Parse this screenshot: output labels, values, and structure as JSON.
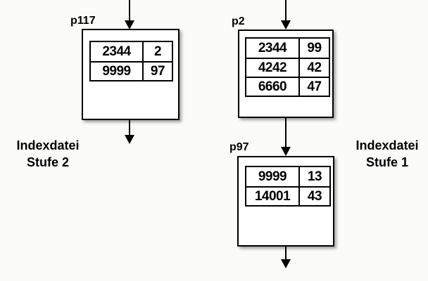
{
  "diagram": {
    "background": "#fbfbfa",
    "box_fill": "#ffffff",
    "line_color": "#000000"
  },
  "captions": {
    "left": {
      "line1": "Indexdatei",
      "line2": "Stufe 2"
    },
    "right": {
      "line1": "Indexdatei",
      "line2": "Stufe 1"
    }
  },
  "nodes": {
    "p117": {
      "label": "p117",
      "rows": [
        {
          "key": "2344",
          "ptr": "2"
        },
        {
          "key": "9999",
          "ptr": "97"
        }
      ]
    },
    "p2": {
      "label": "p2",
      "rows": [
        {
          "key": "2344",
          "ptr": "99"
        },
        {
          "key": "4242",
          "ptr": "42"
        },
        {
          "key": "6660",
          "ptr": "47"
        }
      ]
    },
    "p97": {
      "label": "p97",
      "rows": [
        {
          "key": "9999",
          "ptr": "13"
        },
        {
          "key": "14001",
          "ptr": "43"
        }
      ]
    }
  }
}
